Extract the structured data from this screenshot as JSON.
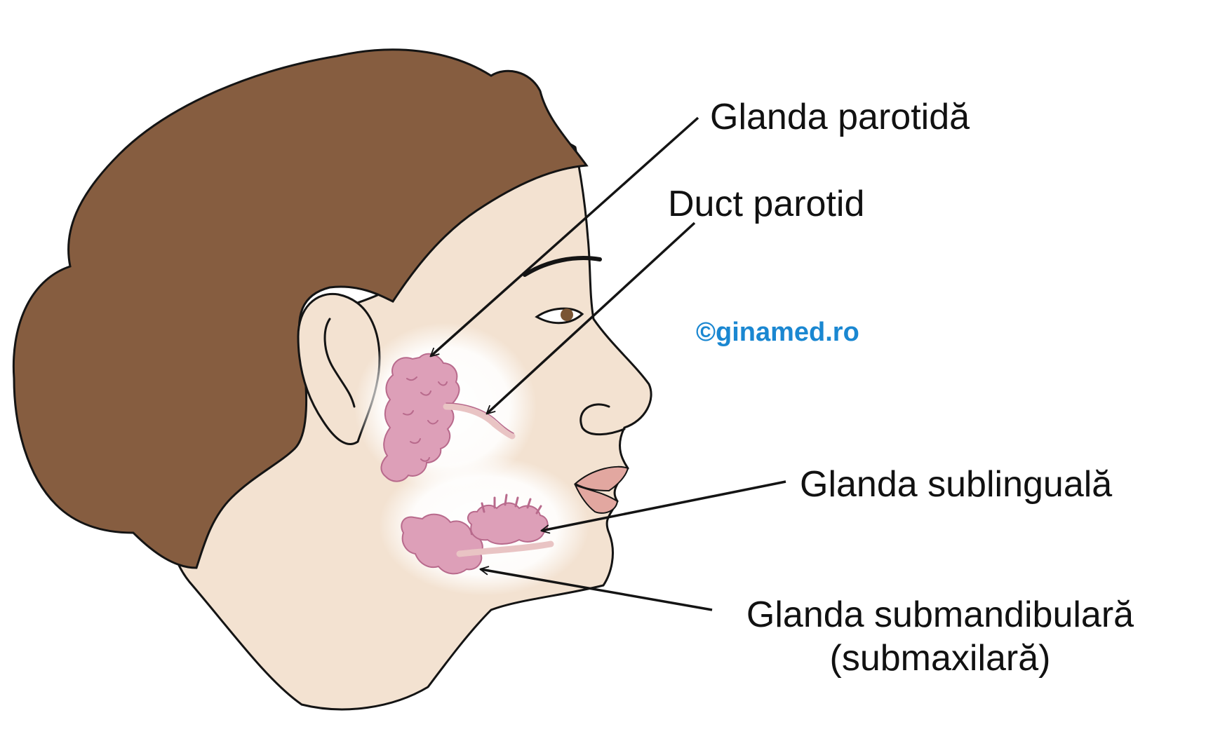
{
  "labels": {
    "parotid_gland": "Glanda parotidă",
    "parotid_duct": "Duct parotid",
    "sublingual_gland": "Glanda sublinguală",
    "submandibular_gland_line1": "Glanda submandibulară",
    "submandibular_gland_line2": "(submaxilară)"
  },
  "watermark": "©ginamed.ro",
  "colors": {
    "hair": "#865d40",
    "skin": "#f3e2d1",
    "gland": "#dd9fb8",
    "gland_dark": "#b86a8c",
    "duct": "#e9c4c4",
    "lips": "#e2a7a0",
    "outline": "#141414",
    "watermark": "#1a87d1"
  }
}
